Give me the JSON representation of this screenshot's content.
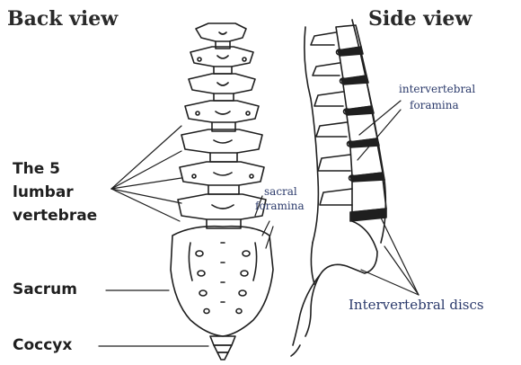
{
  "titles": {
    "back": "Back view",
    "side": "Side view"
  },
  "labels": {
    "lumbar_line1": "The 5",
    "lumbar_line2": "lumbar",
    "lumbar_line3": "vertebrae",
    "sacrum": "Sacrum",
    "coccyx": "Coccyx",
    "sacral_line1": "sacral",
    "sacral_line2": "foramina",
    "interv_line1": "intervertebral",
    "interv_line2": "foramina",
    "discs": "Intervertebral discs"
  },
  "colors": {
    "ink": "#1f1f1f",
    "label_blue": "#2b3a6b"
  }
}
